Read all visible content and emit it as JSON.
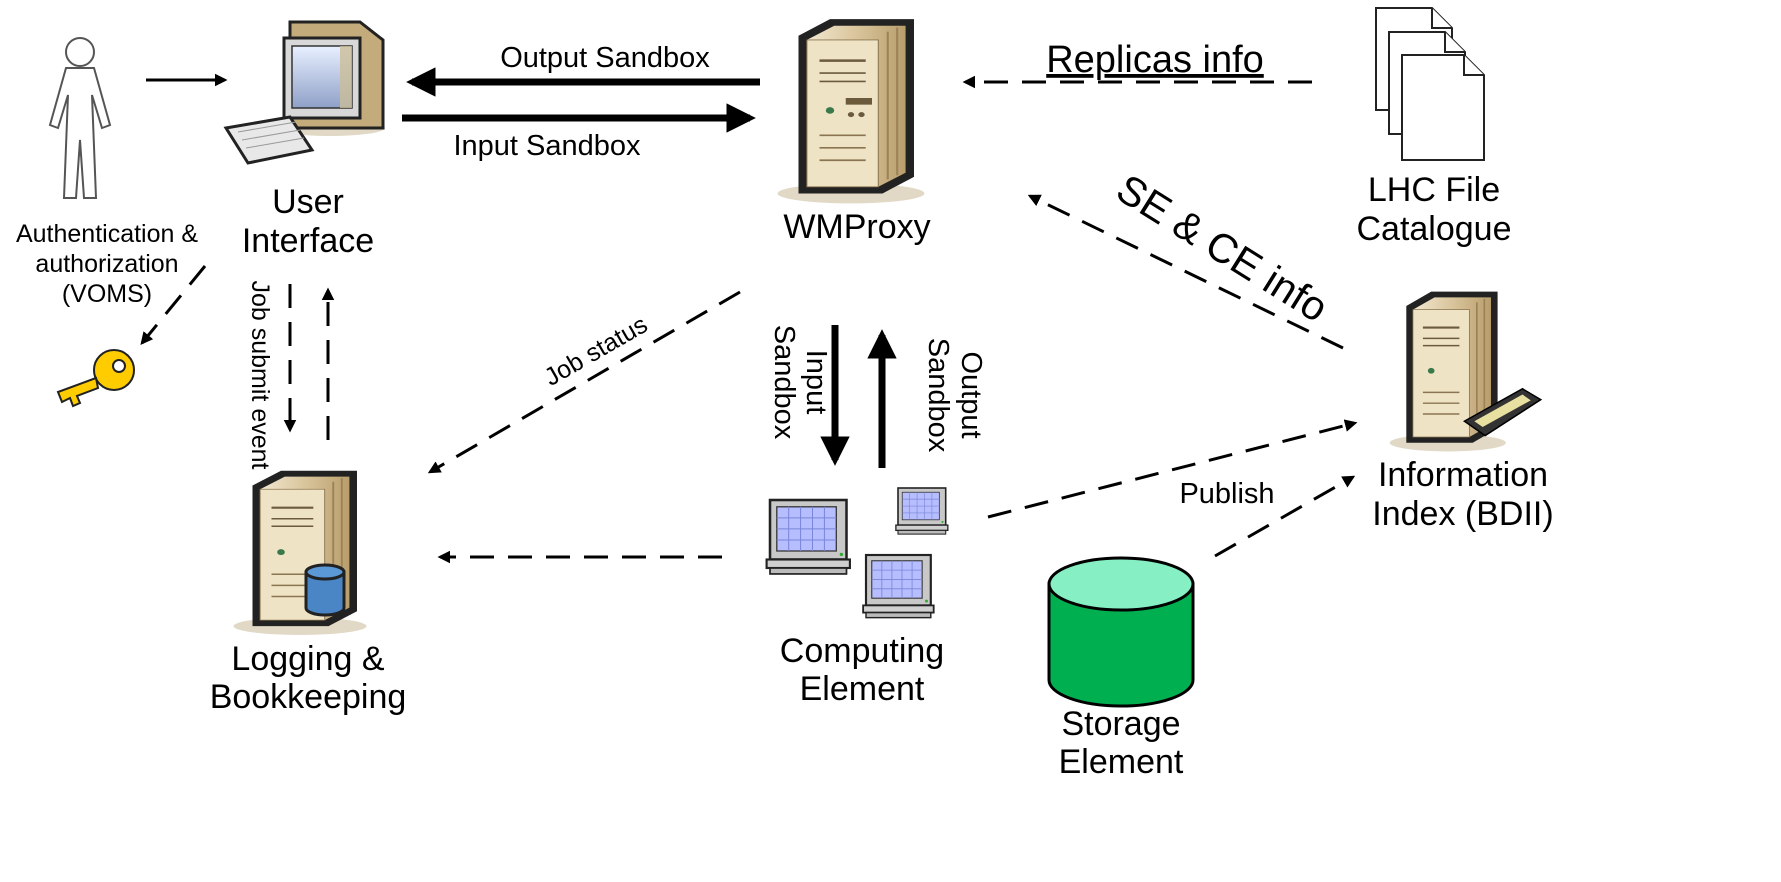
{
  "nodes": {
    "user_interface": {
      "line1": "User",
      "line2": "Interface"
    },
    "wmproxy": {
      "label": "WMProxy"
    },
    "lhc_file_catalogue": {
      "line1": "LHC File",
      "line2": "Catalogue"
    },
    "information_index": {
      "line1": "Information",
      "line2": "Index (BDII)"
    },
    "logging_bookkeeping": {
      "line1": "Logging &",
      "line2": "Bookkeeping"
    },
    "computing_element": {
      "line1": "Computing",
      "line2": "Element"
    },
    "storage_element": {
      "line1": "Storage",
      "line2": "Element"
    }
  },
  "auth": {
    "line1": "Authentication &",
    "line2": "authorization",
    "line3": "(VOMS)"
  },
  "edges": {
    "output_sandbox_top": "Output Sandbox",
    "input_sandbox_top": "Input Sandbox",
    "replicas_info": "Replicas info",
    "se_ce_info": "SE & CE info",
    "job_submit_event": "Job submit event",
    "job_status": "Job status",
    "ce_input_line1": "Input",
    "ce_input_line2": "Sandbox",
    "ce_output_line1": "Output",
    "ce_output_line2": "Sandbox",
    "publish": "Publish"
  },
  "colors": {
    "server_beige": "#e6d8b8",
    "server_dark": "#c4ab7c",
    "storage_green": "#00b050",
    "storage_top": "#86f0c4",
    "key_yellow": "#ffcc00",
    "db_blue": "#4a86c5",
    "screen_blue": "#aab4ff"
  }
}
